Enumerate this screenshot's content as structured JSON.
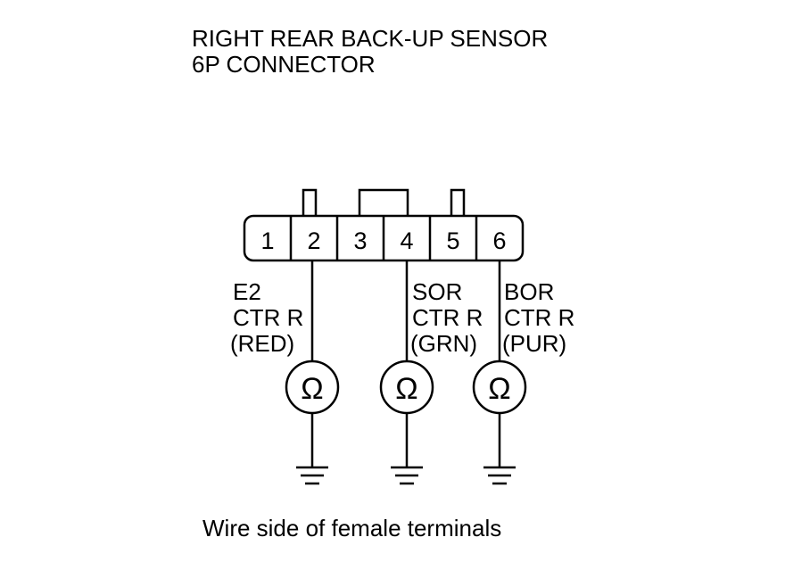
{
  "title": {
    "line1": "RIGHT REAR BACK-UP SENSOR",
    "line2": "6P CONNECTOR"
  },
  "connector": {
    "pins": [
      "1",
      "2",
      "3",
      "4",
      "5",
      "6"
    ]
  },
  "wires": [
    {
      "pin": "2",
      "line1": "E2",
      "line2": "CTR R",
      "line3": "(RED)"
    },
    {
      "pin": "4",
      "line1": "SOR",
      "line2": "CTR R",
      "line3": "(GRN)"
    },
    {
      "pin": "6",
      "line1": "BOR",
      "line2": "CTR R",
      "line3": "(PUR)"
    }
  ],
  "meter_symbol": "Ω",
  "caption": "Wire side of female terminals"
}
